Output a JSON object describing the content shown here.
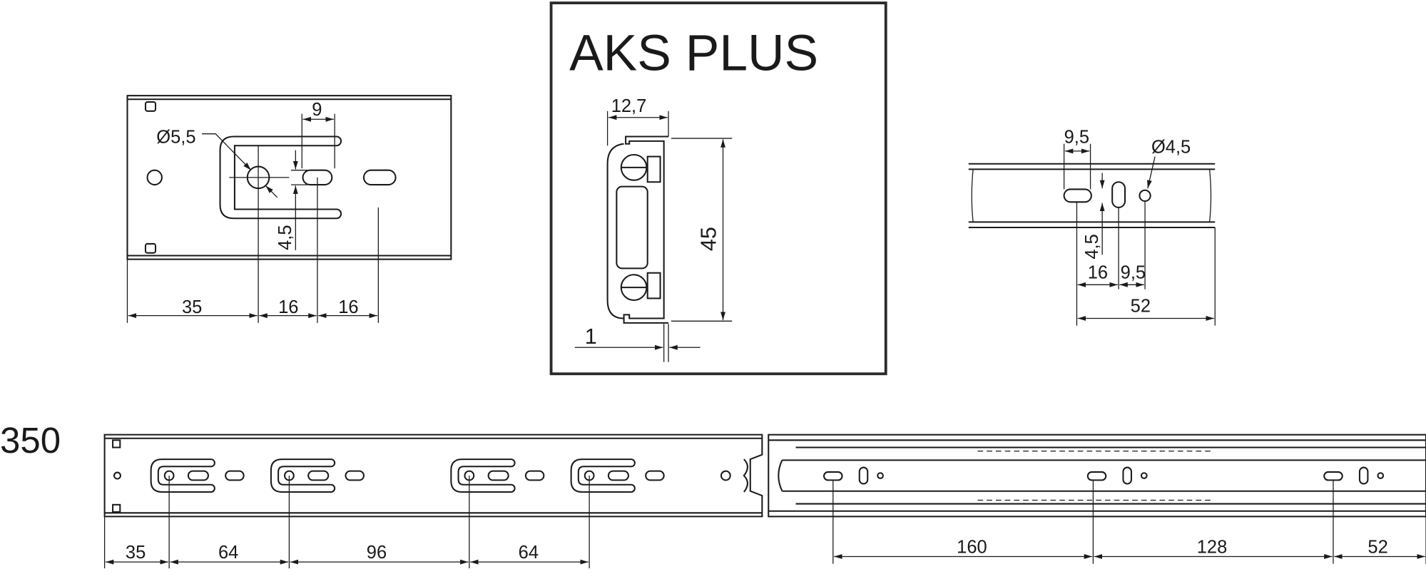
{
  "title": "AKS PLUS",
  "length_label": "350",
  "front_bracket": {
    "hole_diameter": "Ø5,5",
    "slot_width": "9",
    "slot_height": "4,5",
    "dims": [
      "35",
      "16",
      "16"
    ]
  },
  "profile": {
    "width": "12,7",
    "height": "45",
    "gap": "1"
  },
  "rail_detail": {
    "slot_width": "9,5",
    "hole_diameter": "Ø4,5",
    "slot_height": "4,5",
    "dims": [
      "16",
      "9,5"
    ],
    "total": "52"
  },
  "cabinet_member": {
    "dims": [
      "35",
      "64",
      "96",
      "64"
    ]
  },
  "drawer_member": {
    "dims": [
      "160",
      "128",
      "52"
    ]
  },
  "colors": {
    "line": "#1a1a1a",
    "background": "#ffffff"
  }
}
